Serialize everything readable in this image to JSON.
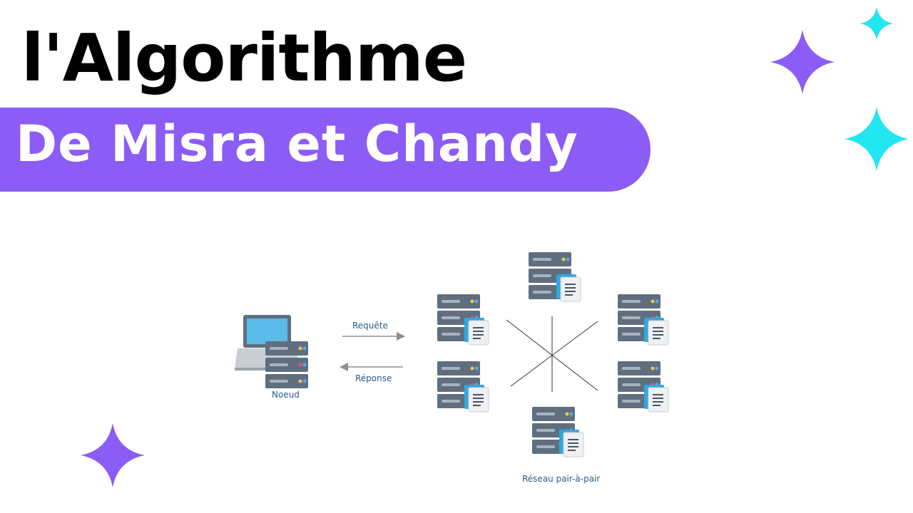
{
  "title": "l'Algorithme",
  "subtitle": "De Misra et Chandy",
  "diagram": {
    "labels": {
      "requete": "Requête",
      "reponse": "Réponse",
      "noeud": "Noeud",
      "reseau": "Réseau pair-à-pair"
    },
    "icons": [
      "laptop-icon",
      "server-icon",
      "document-icon"
    ]
  },
  "colors": {
    "accent_purple": "#8b5cf6",
    "sparkle_cyan": "#22e6f0",
    "server_dark": "#5f6f80",
    "document_blue": "#2fa8df",
    "label_blue": "#2a5b8c"
  }
}
